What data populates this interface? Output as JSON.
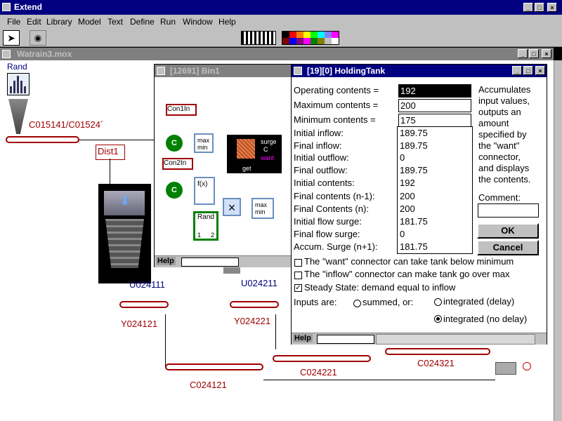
{
  "app": {
    "title": "Extend"
  },
  "menu": [
    "File",
    "Edit",
    "Library",
    "Model",
    "Text",
    "Define",
    "Run",
    "Window",
    "Help"
  ],
  "model_window": {
    "title": "Watrain3.mox"
  },
  "sub_window": {
    "title": "[12691]   Bin1",
    "help": "Help"
  },
  "model_labels": {
    "rand": "Rand",
    "c015141": "C015141/C01524´",
    "dist1": "Dist1",
    "u024111": "U024111",
    "y024121": "Y024121",
    "u024211": "U024211",
    "y024221": "Y024221",
    "c024121": "C024121",
    "c024221": "C024221",
    "c024321": "C024321"
  },
  "sub_labels": {
    "con1in": "Con1In",
    "con2in": "Con2In",
    "c1": "C",
    "c2": "C",
    "maxmin1": "max min",
    "maxmin2": "max min",
    "fx": "f(x)",
    "rand": "Rand",
    "surge": "surge",
    "c": "C",
    "want": "want",
    "get": "get",
    "port1": "1",
    "port2": "2"
  },
  "dialog": {
    "title": "[19][0]   HoldingTank",
    "operating_label": "Operating contents =",
    "operating_value": "192",
    "maximum_label": "Maximum contents =",
    "maximum_value": "200",
    "minimum_label": "Minimum contents =",
    "minimum_value": "175",
    "rows": [
      {
        "label": "Initial inflow:",
        "value": "189.75"
      },
      {
        "label": "Final inflow:",
        "value": "189.75"
      },
      {
        "label": "Initial outflow:",
        "value": "0"
      },
      {
        "label": "Final outflow:",
        "value": "189.75"
      },
      {
        "label": "Initial contents:",
        "value": "192"
      },
      {
        "label": "Final contents (n-1):",
        "value": "200"
      },
      {
        "label": "Final Contents (n):",
        "value": "200"
      },
      {
        "label": "Initial flow surge:",
        "value": "181.75"
      },
      {
        "label": "Final flow surge:",
        "value": "0"
      },
      {
        "label": "Accum. Surge (n+1):",
        "value": "181.75"
      }
    ],
    "description": [
      "Accumulates",
      "input values,",
      "outputs an",
      "amount",
      "specified by",
      "the \"want\"",
      "connector,",
      "and displays",
      "the contents."
    ],
    "comment_label": "Comment:",
    "ok": "OK",
    "cancel": "Cancel",
    "check1": "The \"want\" connector can take tank below minimum",
    "check2": "The \"inflow\" connector can make tank go over max",
    "check3": "Steady State: demand equal to inflow",
    "inputs_label": "Inputs are:",
    "radio1": "summed, or:",
    "radio2": "integrated (delay)",
    "radio3": "integrated (no delay)",
    "help": "Help"
  },
  "colors": {
    "titlebar": "#000080",
    "model_red": "#a00000",
    "blue_label": "#000080"
  }
}
